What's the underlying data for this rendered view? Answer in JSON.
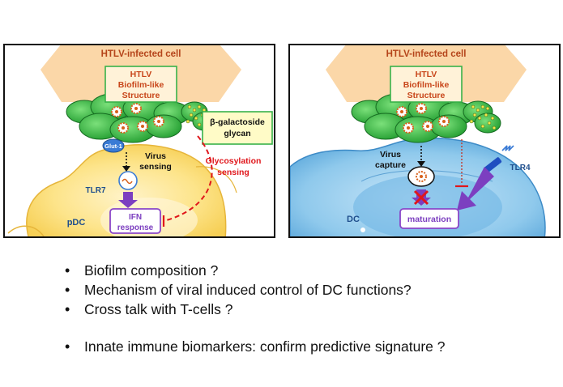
{
  "left_panel": {
    "infected_cell": "HTLV-infected cell",
    "biofilm": [
      "HTLV",
      "Biofilm-like",
      "Structure"
    ],
    "glycan": [
      "β-galactoside",
      "glycan"
    ],
    "glut": "Glut-1",
    "virus_sensing": [
      "Virus",
      "sensing"
    ],
    "glycosylation_sensing": [
      "Glycosylation",
      "sensing"
    ],
    "tlr7": "TLR7",
    "ifn": [
      "IFN",
      "response"
    ],
    "cell_label": "pDC"
  },
  "right_panel": {
    "infected_cell": "HTLV-infected cell",
    "biofilm": [
      "HTLV",
      "Biofilm-like",
      "Structure"
    ],
    "virus_capture": [
      "Virus",
      "capture"
    ],
    "tlr4": "TLR4",
    "maturation": "maturation",
    "cell_label": "DC"
  },
  "bullets": [
    "Biofilm composition ?",
    "Mechanism of viral induced control of DC functions?",
    "Cross talk with T-cells ?",
    "Innate immune biomarkers: confirm predictive signature ?"
  ],
  "colors": {
    "infected_cell": "#fbd7a8",
    "biofilm_text": "#c8461a",
    "biofilm_border": "#38b24a",
    "biofilm_cloud": "#34c23e",
    "pdc_cell": "#fde48a",
    "dc_cell": "#8fc9ec",
    "arrow_purple": "#7c3fc0",
    "glycosylation_red": "#e0161b",
    "box_border_purple": "#8a46c8",
    "tlr_text": "#1f4e8c"
  }
}
